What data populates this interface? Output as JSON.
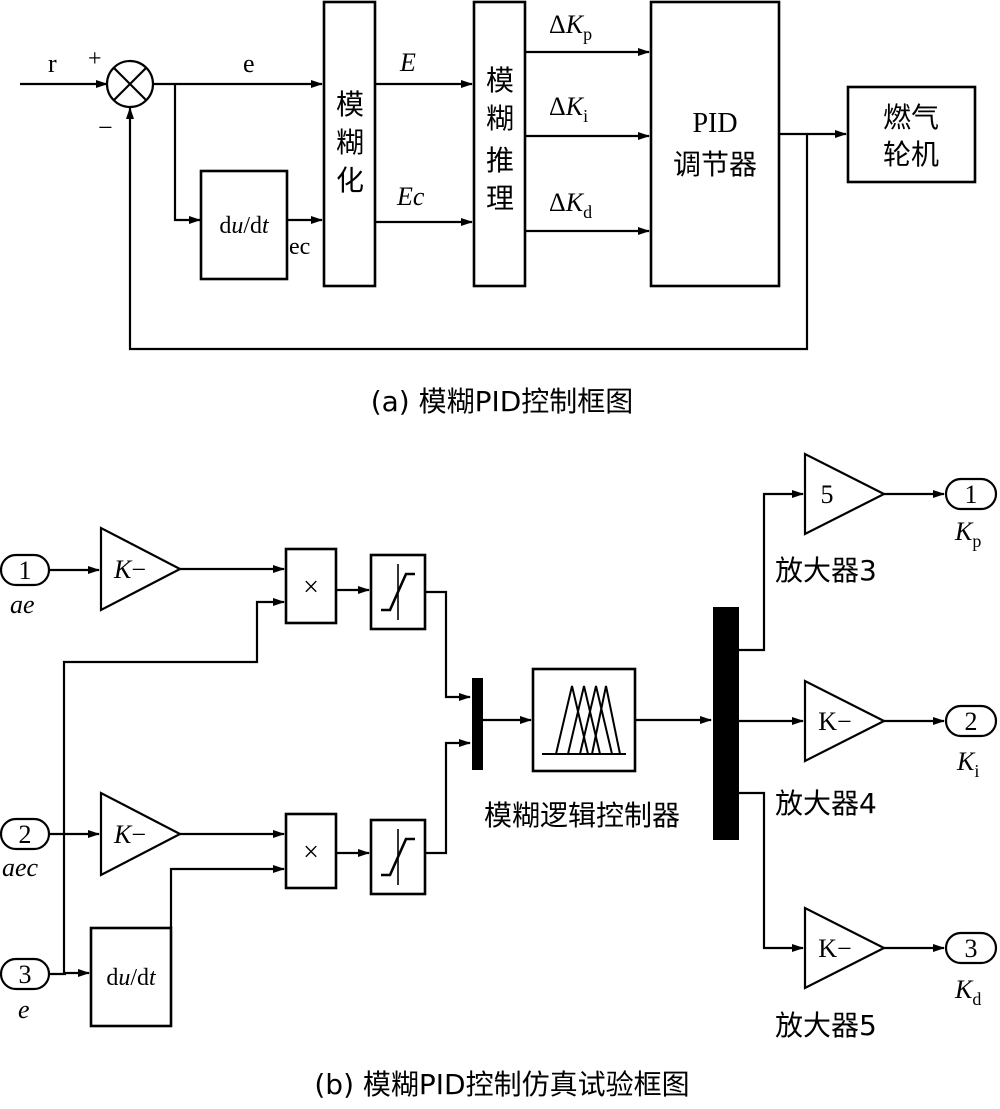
{
  "diagram_a": {
    "caption": "(a) 模糊PID控制框图",
    "signals": {
      "r": "r",
      "plus": "+",
      "minus": "−",
      "e": "e",
      "ec": "ec",
      "E": "E",
      "Ec": "Ec",
      "delta": "Δ",
      "K": "K",
      "p": "p",
      "i": "i",
      "d": "d"
    },
    "blocks": {
      "derivative": {
        "pre": "d",
        "u": "u",
        "mid": "/d",
        "t": "t"
      },
      "fuzzify": [
        "模",
        "糊",
        "化"
      ],
      "inference": [
        "模",
        "糊",
        "推",
        "理"
      ],
      "pid": {
        "line1": "PID",
        "line2": "调节器"
      },
      "turbine": {
        "line1": "燃气",
        "line2": "轮机"
      }
    }
  },
  "diagram_b": {
    "caption": "(b) 模糊PID控制仿真试验框图",
    "inputs": [
      {
        "num": "1",
        "label": "ae"
      },
      {
        "num": "2",
        "label": "aec"
      },
      {
        "num": "3",
        "label": "e"
      }
    ],
    "gain_label": {
      "K": "K",
      "dash": "−"
    },
    "product_symbol": "×",
    "derivative": {
      "pre": "d",
      "u": "u",
      "mid": "/d",
      "t": "t"
    },
    "fuzzy_controller_label": "模糊逻辑控制器",
    "amplifiers": [
      {
        "gain": "5",
        "name": "放大器3"
      },
      {
        "gain": "K−",
        "name": "放大器4"
      },
      {
        "gain": "K−",
        "name": "放大器5"
      }
    ],
    "outputs": [
      {
        "num": "1",
        "K": "K",
        "sub": "p"
      },
      {
        "num": "2",
        "K": "K",
        "sub": "i"
      },
      {
        "num": "3",
        "K": "K",
        "sub": "d"
      }
    ]
  }
}
